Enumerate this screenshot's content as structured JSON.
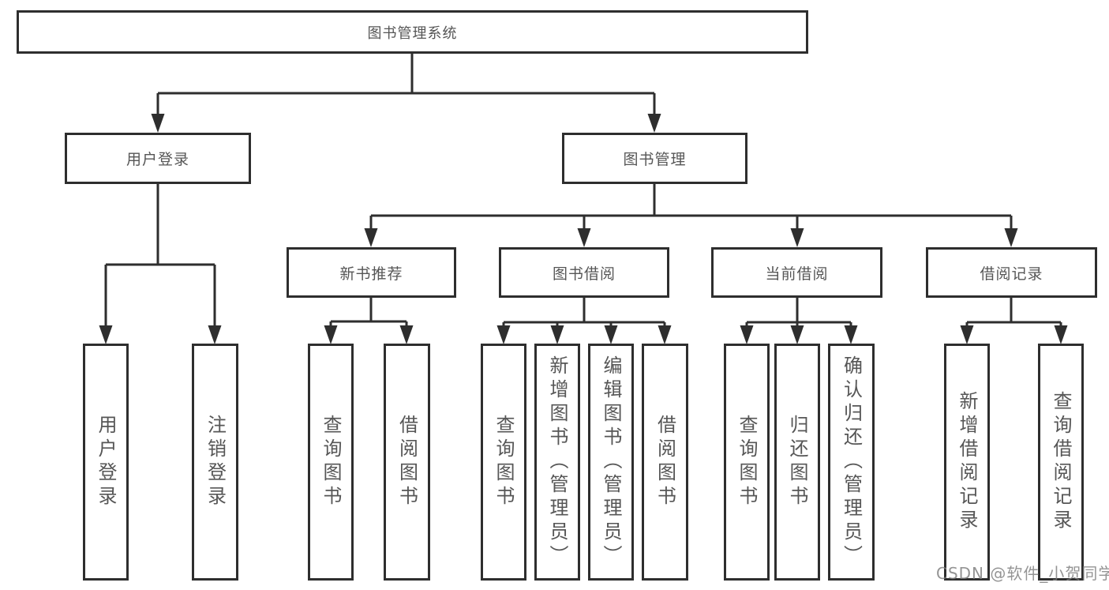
{
  "page": {
    "background": "#ffffff",
    "watermark": {
      "text": "CSDN @软件_小贺同学",
      "color": "#9c9c9c"
    }
  },
  "diagram": {
    "type": "tree",
    "line_color": "#2e2e2e",
    "box_text_color": "#565656",
    "tree": {
      "label": "图书管理系统",
      "children": [
        {
          "label": "用户登录",
          "children": [
            {
              "label": "用户登录"
            },
            {
              "label": "注销登录"
            }
          ]
        },
        {
          "label": "图书管理",
          "children": [
            {
              "label": "新书推荐",
              "children": [
                {
                  "label": "查询图书"
                },
                {
                  "label": "借阅图书"
                }
              ]
            },
            {
              "label": "图书借阅",
              "children": [
                {
                  "label": "查询图书"
                },
                {
                  "label": "新增图书（管理员）"
                },
                {
                  "label": "编辑图书（管理员）"
                },
                {
                  "label": "借阅图书"
                }
              ]
            },
            {
              "label": "当前借阅",
              "children": [
                {
                  "label": "查询图书"
                },
                {
                  "label": "归还图书"
                },
                {
                  "label": "确认归还（管理员）"
                }
              ]
            },
            {
              "label": "借阅记录",
              "children": [
                {
                  "label": "新增借阅记录"
                },
                {
                  "label": "查询借阅记录"
                }
              ]
            }
          ]
        }
      ]
    }
  }
}
